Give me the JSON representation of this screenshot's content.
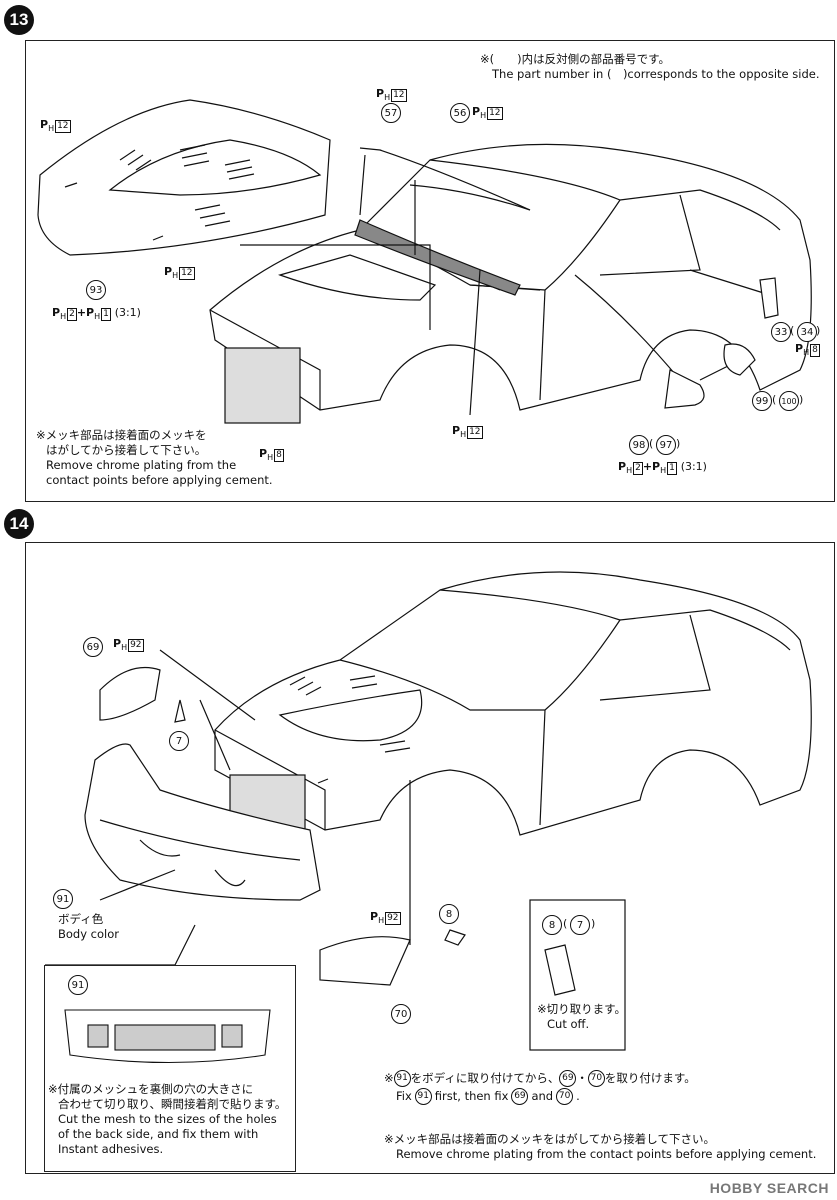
{
  "step13": {
    "number": "13",
    "note_top_jp": "※(　　)内は反対側の部品番号です。",
    "note_top_en": "The part number in (　)corresponds to the opposite side.",
    "note_chrome_jp1": "※メッキ部品は接着面のメッキを",
    "note_chrome_jp2": "はがしてから接着して下さい。",
    "note_chrome_en1": "Remove chrome plating from the",
    "note_chrome_en2": "contact points before applying cement.",
    "parts": {
      "p57": "57",
      "p56": "56",
      "p93": "93",
      "p33": "33",
      "p34": "34",
      "p99": "99",
      "p100": "100",
      "p98": "98",
      "p97": "97"
    },
    "ph_labels": {
      "ph12": "12",
      "ph8": "8",
      "ph2": "2",
      "ph1": "1",
      "ratio": "(3:1)",
      "plus": "+"
    }
  },
  "step14": {
    "number": "14",
    "parts": {
      "p69": "69",
      "p7": "7",
      "p91": "91",
      "p70": "70",
      "p8": "8",
      "p8b": "8",
      "p7b": "7"
    },
    "ph92": "92",
    "body_color_jp": "ボディ色",
    "body_color_en": "Body color",
    "cutoff_jp": "※切り取ります。",
    "cutoff_en": "Cut off.",
    "mesh_jp1": "※付属のメッシュを裏側の穴の大きさに",
    "mesh_jp2": "合わせて切り取り、瞬間接着剤で貼ります。",
    "mesh_en1": "Cut the mesh to the sizes of the holes",
    "mesh_en2": "of the back side, and fix them with",
    "mesh_en3": "Instant adhesives.",
    "fix_jp_a": "※",
    "fix_jp_b": "をボディに取り付けてから、",
    "fix_jp_c": "・",
    "fix_jp_d": "を取り付けます。",
    "fix_en_a": "Fix",
    "fix_en_b": "first, then fix",
    "fix_en_c": "and",
    "fix_en_d": ".",
    "chrome_jp": "※メッキ部品は接着面のメッキをはがしてから接着して下さい。",
    "chrome_en": "Remove chrome plating from the contact points before applying cement."
  },
  "watermark": "HOBBY SEARCH"
}
